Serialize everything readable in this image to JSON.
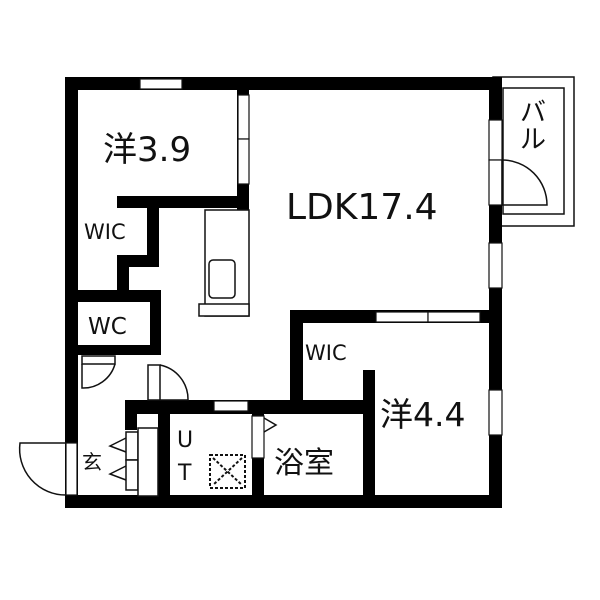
{
  "rooms": {
    "western1": {
      "label": "洋3.9"
    },
    "ldk": {
      "label": "LDK17.4"
    },
    "balcony": {
      "label": "バル"
    },
    "wic1": {
      "label": "WIC"
    },
    "wc": {
      "label": "WC"
    },
    "wic2": {
      "label": "WIC"
    },
    "western2": {
      "label": "洋4.4"
    },
    "entrance": {
      "label": "玄"
    },
    "utility": {
      "label_line1": "U",
      "label_line2": "T"
    },
    "bath": {
      "label": "浴室"
    }
  },
  "colors": {
    "wall": "#000000",
    "background": "#ffffff",
    "line": "#111111"
  }
}
